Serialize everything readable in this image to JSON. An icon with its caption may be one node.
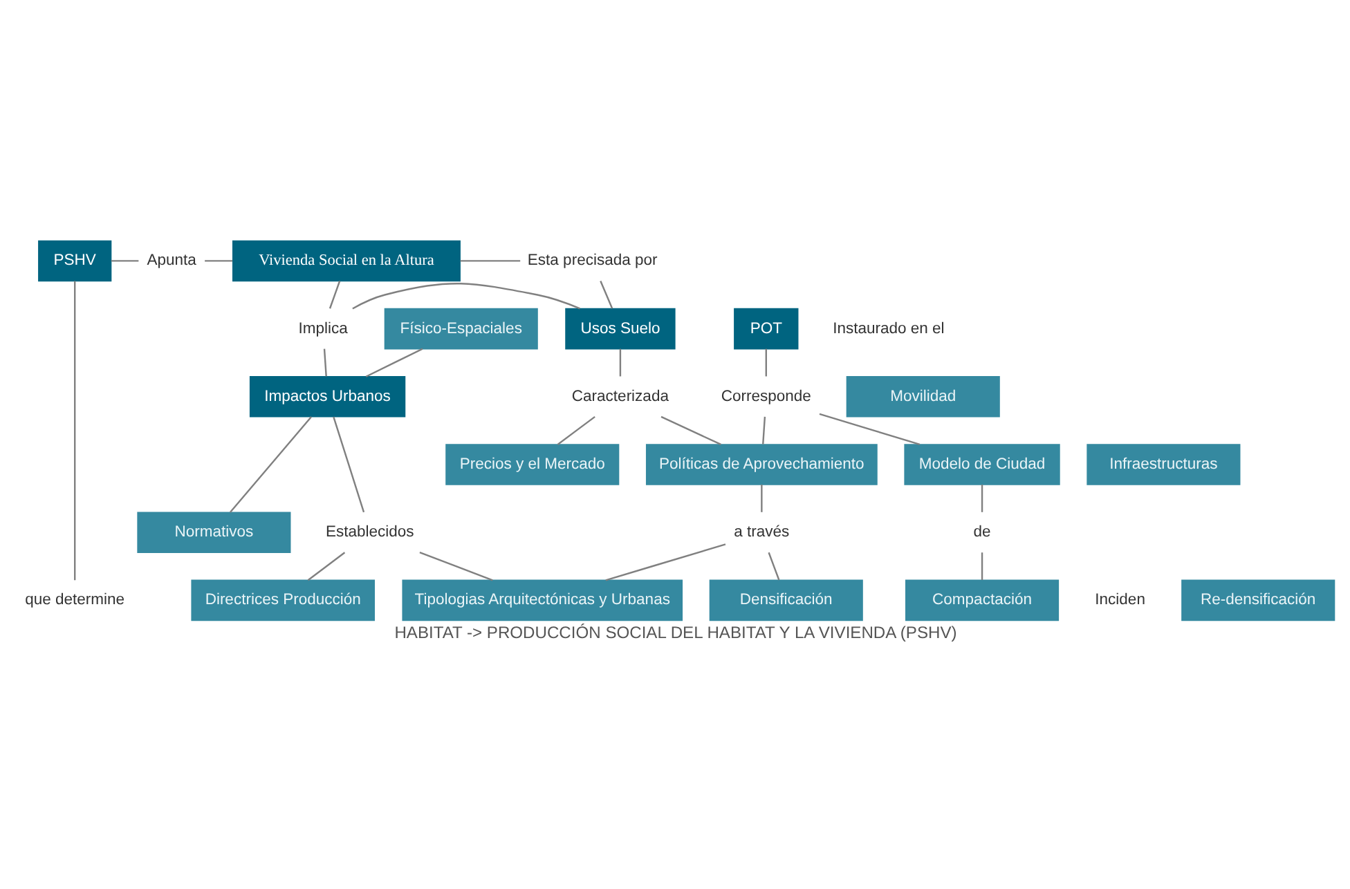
{
  "diagram": {
    "caption": "HABITAT -> PRODUCCIÓN SOCIAL DEL HABITAT Y LA VIVIENDA (PSHV)",
    "nodes": [
      {
        "text": [
          "PSHV"
        ]
      },
      {
        "text": [
          "Apunta"
        ]
      },
      {
        "text": [
          "Vivienda Social en la Altura"
        ]
      },
      {
        "text": [
          "Esta precisada por"
        ]
      },
      {
        "text": [
          "Implica"
        ]
      },
      {
        "text": [
          "Usos Suelo"
        ]
      },
      {
        "text": [
          "Instaurado en el"
        ]
      },
      {
        "text": [
          "POT"
        ]
      },
      {
        "text": [
          "Físico-Espaciales"
        ]
      },
      {
        "text": [
          "Movilidad"
        ]
      },
      {
        "text": [
          "Infraestructuras"
        ]
      },
      {
        "text": [
          "Normativos"
        ]
      },
      {
        "text": [
          "Impactos Urbanos"
        ]
      },
      {
        "text": [
          "Caracterizada"
        ]
      },
      {
        "text": [
          "Corresponde"
        ]
      },
      {
        "text": [
          "Precios y el Mercado"
        ]
      },
      {
        "text": [
          "Políticas de Aprovechamiento"
        ]
      },
      {
        "text": [
          "Modelo de Ciudad"
        ]
      },
      {
        "text": [
          "Establecidos"
        ]
      },
      {
        "text": [
          "a través"
        ]
      },
      {
        "text": [
          "de"
        ]
      },
      {
        "text": [
          "que determine"
        ]
      },
      {
        "text": [
          "Directrices Producción"
        ]
      },
      {
        "text": [
          "Inciden"
        ]
      },
      {
        "text": [
          "Tipologias Arquitectónicas y Urbanas"
        ]
      },
      {
        "text": [
          "Densificación"
        ]
      },
      {
        "text": [
          "Re-densificación"
        ]
      },
      {
        "text": [
          "Compactación"
        ]
      }
    ],
    "edges": [
      {
        "from": 0,
        "to": 1,
        "arrow": "none"
      },
      {
        "from": 1,
        "to": 2,
        "arrow": "none"
      },
      {
        "from": 2,
        "to": 3,
        "arrow": "none"
      },
      {
        "from": 3,
        "to": 5,
        "arrow": "none"
      },
      {
        "from": 2,
        "to": 4,
        "arrow": "none"
      },
      {
        "from": 4,
        "to": 5,
        "arrow": "none"
      },
      {
        "from": 4,
        "to": 12,
        "arrow": "none"
      },
      {
        "from": 8,
        "to": 12,
        "arrow": "none"
      },
      {
        "from": 11,
        "to": 12,
        "arrow": "none"
      },
      {
        "from": 5,
        "to": 13,
        "arrow": "none"
      },
      {
        "from": 13,
        "to": 15,
        "arrow": "none"
      },
      {
        "from": 13,
        "to": 16,
        "arrow": "none"
      },
      {
        "from": 7,
        "to": 14,
        "arrow": "none"
      },
      {
        "from": 14,
        "to": 16,
        "arrow": "none"
      },
      {
        "from": 14,
        "to": 17,
        "arrow": "none"
      },
      {
        "from": 12,
        "to": 18,
        "arrow": "none"
      },
      {
        "from": 18,
        "to": 22,
        "arrow": "none"
      },
      {
        "from": 18,
        "to": 24,
        "arrow": "none"
      },
      {
        "from": 16,
        "to": 19,
        "arrow": "none"
      },
      {
        "from": 19,
        "to": 24,
        "arrow": "none"
      },
      {
        "from": 19,
        "to": 25,
        "arrow": "none"
      },
      {
        "from": 17,
        "to": 20,
        "arrow": "none"
      },
      {
        "from": 20,
        "to": 27,
        "arrow": "none"
      },
      {
        "from": 0,
        "to": 21,
        "arrow": "none"
      }
    ]
  }
}
